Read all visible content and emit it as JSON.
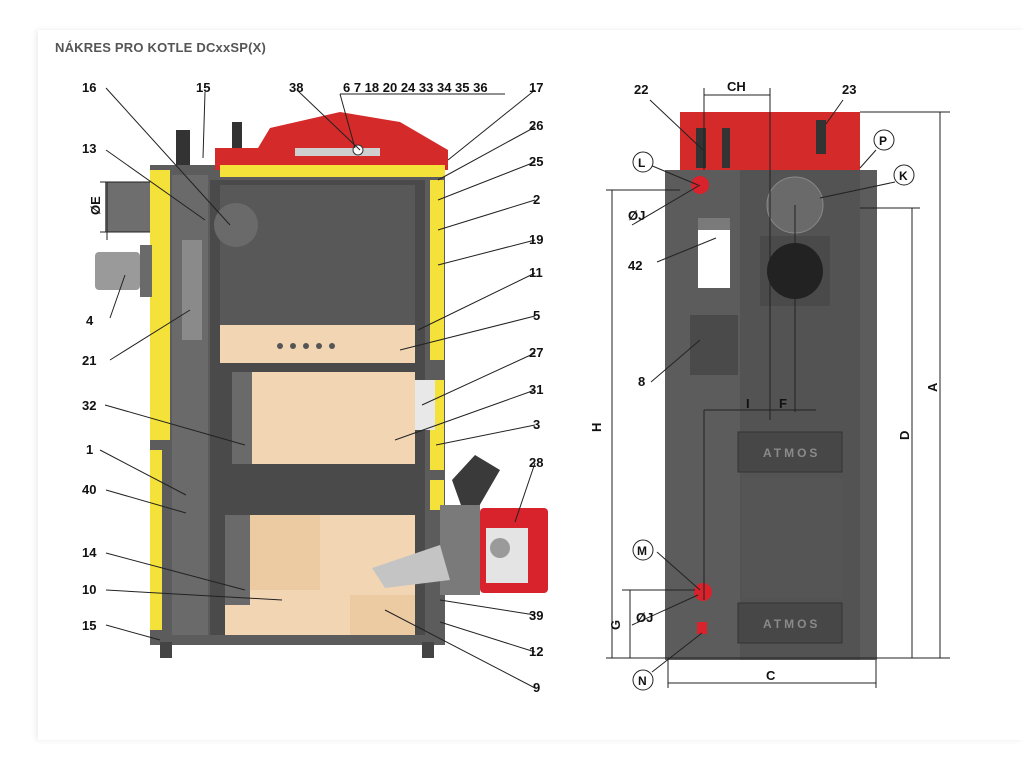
{
  "title": "NÁKRES PRO KOTLE DCxxSP(X)",
  "colors": {
    "body": "#5c5c5c",
    "body_dark": "#3e3e3e",
    "insulation": "#f4e23a",
    "chamber": "#f2d6b4",
    "burner": "#d8222c",
    "top_red": "#d42a2a"
  },
  "left_labels": {
    "l16": "16",
    "l15t": "15",
    "l38": "38",
    "lmulti": "6 7 18 20 24 33 34 35 36",
    "l17": "17",
    "l13": "13",
    "l26": "26",
    "l25": "25",
    "lE": "ØE",
    "l2": "2",
    "l19": "19",
    "l4": "4",
    "l11": "11",
    "l21": "21",
    "l5": "5",
    "l27": "27",
    "l32": "32",
    "l31": "31",
    "l3": "3",
    "l1": "1",
    "l28": "28",
    "l40": "40",
    "l14": "14",
    "l10": "10",
    "l39": "39",
    "l15b": "15",
    "l12": "12",
    "l9": "9"
  },
  "right_labels": {
    "r22": "22",
    "rCH": "CH",
    "r23": "23",
    "rP": "P",
    "rL": "L",
    "rK": "K",
    "rJt": "ØJ",
    "r42": "42",
    "r8": "8",
    "rA": "A",
    "rH": "H",
    "rD": "D",
    "rI": "I",
    "rF": "F",
    "rM": "M",
    "rG": "G",
    "rJb": "ØJ",
    "rN": "N",
    "rC": "C"
  },
  "logo_text": "ATMOS"
}
